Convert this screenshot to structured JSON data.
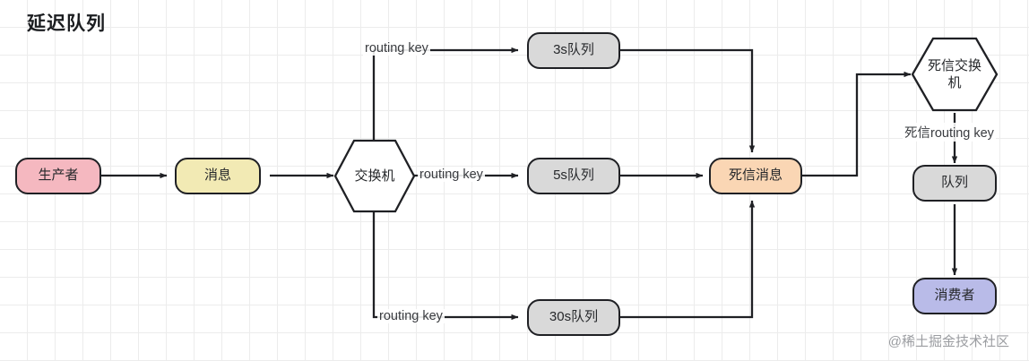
{
  "diagram": {
    "title": "延迟队列",
    "watermark": "@稀土掘金技术社区",
    "colors": {
      "producer": "#f5b8c0",
      "message": "#f2eab4",
      "queue": "#d9d9d9",
      "dead_letter_message": "#fad6b4",
      "consumer": "#b9bbe8",
      "exchange": "#ffffff",
      "stroke": "#1f2024",
      "grid": "#ececec",
      "background": "#ffffff"
    },
    "nodes": [
      {
        "id": "producer",
        "label": "生产者",
        "shape": "rounded-rect"
      },
      {
        "id": "message",
        "label": "消息",
        "shape": "rounded-rect"
      },
      {
        "id": "exchange",
        "label": "交换机",
        "shape": "hexagon"
      },
      {
        "id": "queue-3s",
        "label": "3s队列",
        "shape": "rounded-rect"
      },
      {
        "id": "queue-5s",
        "label": "5s队列",
        "shape": "rounded-rect"
      },
      {
        "id": "queue-30s",
        "label": "30s队列",
        "shape": "rounded-rect"
      },
      {
        "id": "dead-letter-msg",
        "label": "死信消息",
        "shape": "rounded-rect"
      },
      {
        "id": "dlx",
        "label": "死信交换机",
        "shape": "hexagon"
      },
      {
        "id": "dl-queue",
        "label": "队列",
        "shape": "rounded-rect"
      },
      {
        "id": "consumer",
        "label": "消费者",
        "shape": "rounded-rect"
      }
    ],
    "edge_labels": {
      "routing_key_top": "routing key",
      "routing_key_mid": "routing key",
      "routing_key_bottom": "routing key",
      "dead_letter_routing_key": "死信routing key"
    },
    "edges": [
      {
        "from": "producer",
        "to": "message"
      },
      {
        "from": "message",
        "to": "exchange"
      },
      {
        "from": "exchange",
        "to": "queue-3s",
        "label": "routing key"
      },
      {
        "from": "exchange",
        "to": "queue-5s",
        "label": "routing key"
      },
      {
        "from": "exchange",
        "to": "queue-30s",
        "label": "routing key"
      },
      {
        "from": "queue-3s",
        "to": "dead-letter-msg"
      },
      {
        "from": "queue-5s",
        "to": "dead-letter-msg"
      },
      {
        "from": "queue-30s",
        "to": "dead-letter-msg"
      },
      {
        "from": "dead-letter-msg",
        "to": "dlx"
      },
      {
        "from": "dlx",
        "to": "dl-queue",
        "label": "死信routing key"
      },
      {
        "from": "dl-queue",
        "to": "consumer"
      }
    ]
  }
}
